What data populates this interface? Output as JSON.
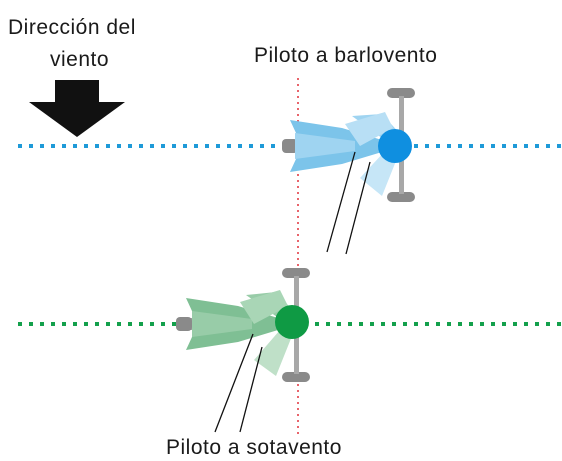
{
  "labels": {
    "wind_line1": "Dirección del",
    "wind_line2": "viento",
    "windward_rider": "Piloto a barlovento",
    "leeward_rider": "Piloto a sotavento"
  },
  "colors": {
    "windward_line": "#1e9ad8",
    "windward_body": "#7cc4ea",
    "windward_arm_light": "#c6e6f7",
    "windward_helmet": "#0f8fe0",
    "leeward_line": "#14a04c",
    "leeward_body": "#7fbf94",
    "leeward_arm_light": "#bfe0c8",
    "leeward_helmet": "#0f9a44",
    "bike_parts": "#8a8a8a",
    "reference_line": "#e0303a",
    "wind_arrow": "#111111"
  },
  "icons": {
    "wind_arrow": "arrow-down-icon",
    "windward_rider": "cyclist-top-view-icon",
    "leeward_rider": "cyclist-top-view-icon"
  }
}
